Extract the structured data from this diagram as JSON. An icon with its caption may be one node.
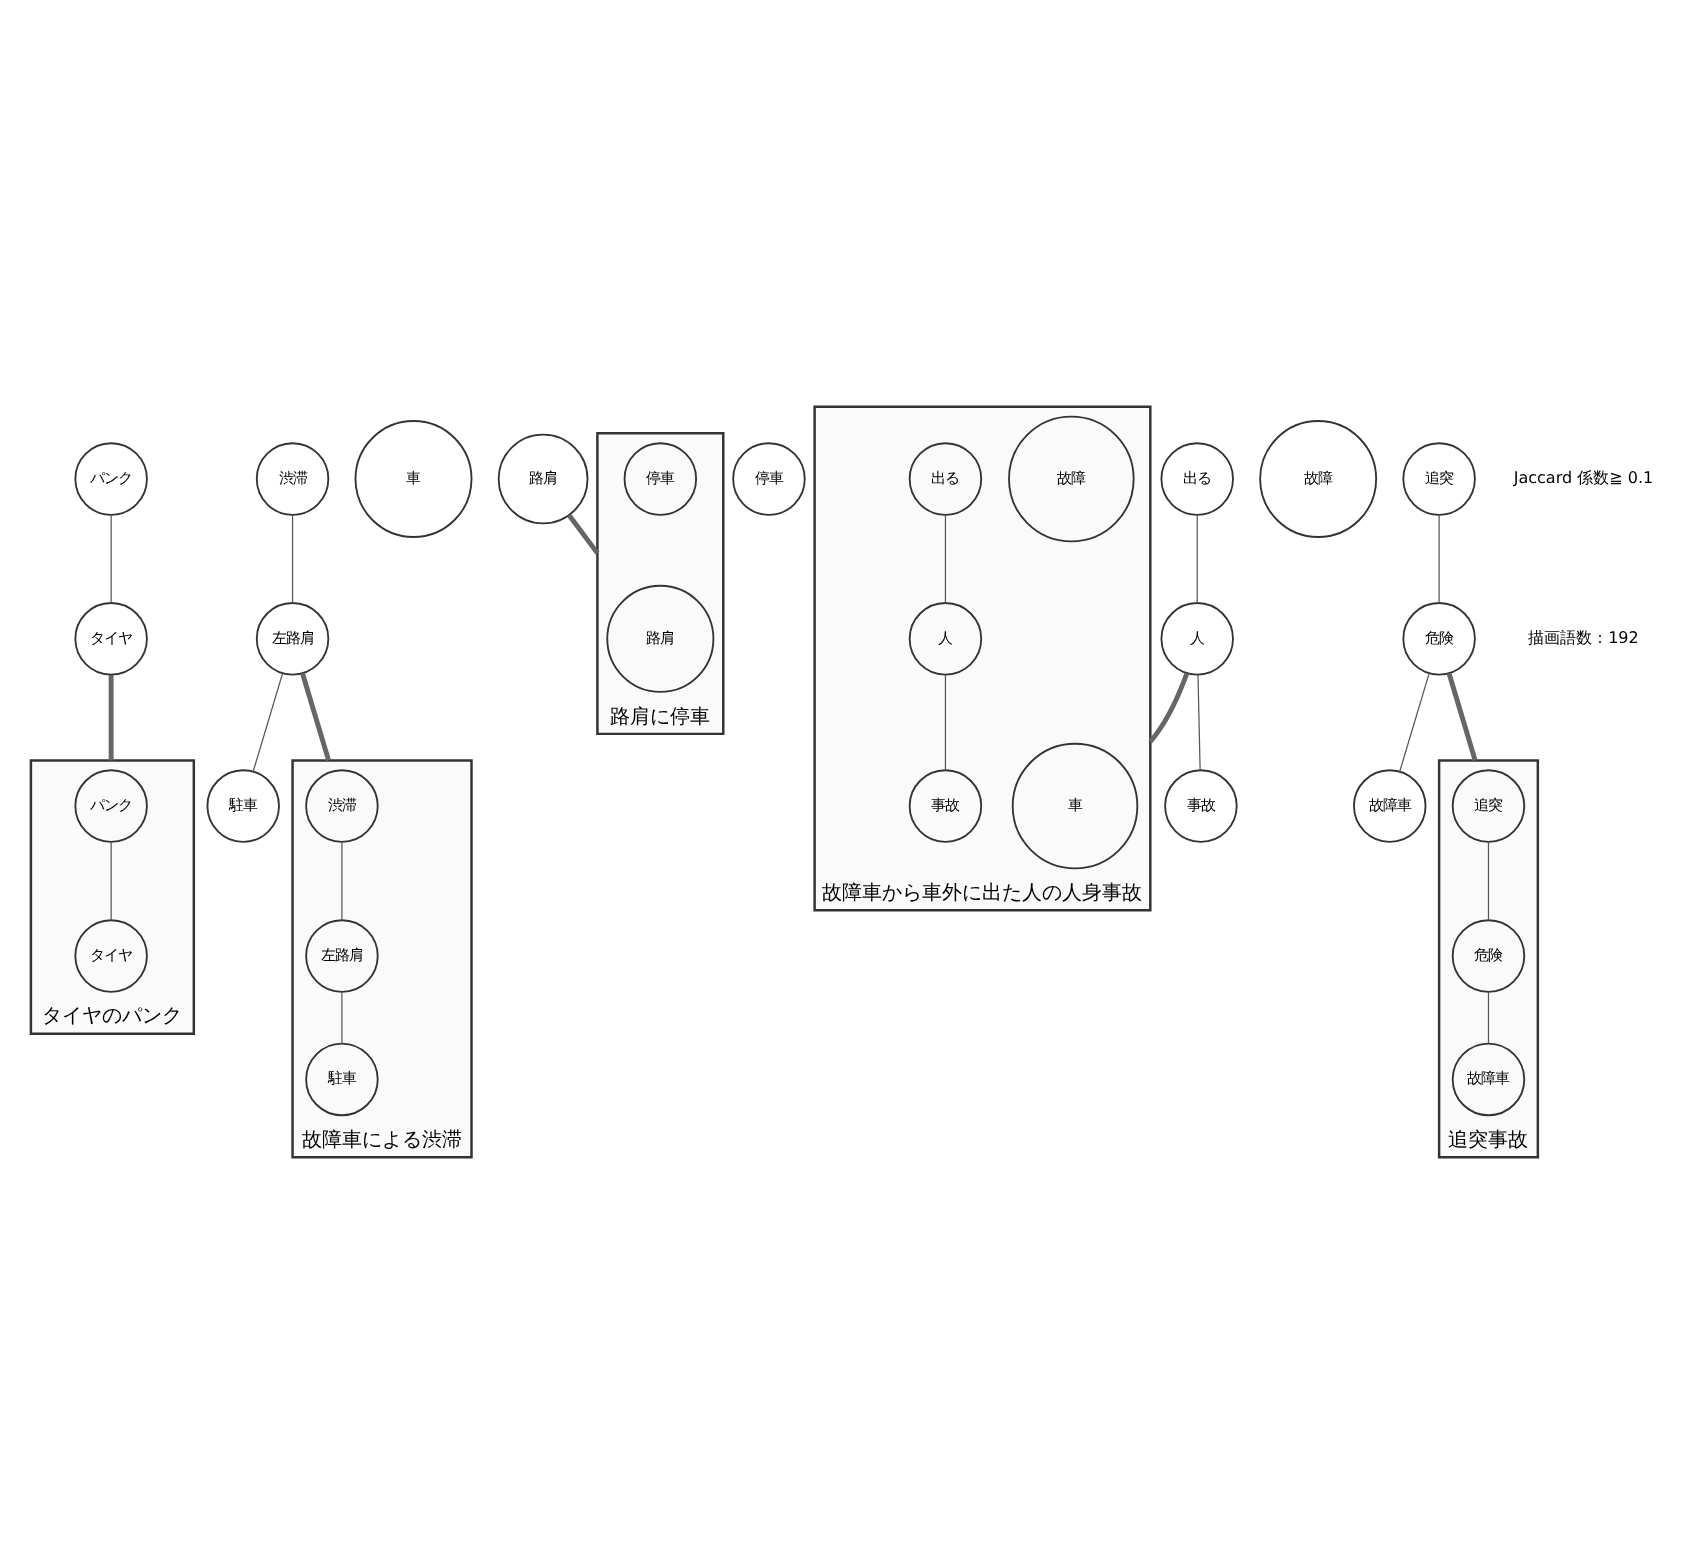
{
  "diagram": {
    "nodes": [
      {
        "text": [
          "パンク"
        ]
      },
      {
        "text": [
          "タイヤ"
        ]
      },
      {
        "text": [
          "渋滞"
        ]
      },
      {
        "text": [
          "左路肩"
        ]
      },
      {
        "text": [
          "駐車"
        ]
      },
      {
        "text": [
          "車"
        ]
      },
      {
        "text": [
          "路肩"
        ]
      },
      {
        "text": [
          "停車"
        ]
      },
      {
        "text": [
          "事故"
        ]
      },
      {
        "text": [
          "故障"
        ]
      },
      {
        "text": [
          "出る"
        ]
      },
      {
        "text": [
          "人"
        ]
      },
      {
        "text": [
          "追突"
        ]
      },
      {
        "text": [
          "危険"
        ]
      },
      {
        "text": [
          "故障車"
        ]
      },
      {
        "text": [
          "タイヤのパンク"
        ]
      },
      {
        "text": [
          "パンク"
        ],
        "in": 15
      },
      {
        "text": [
          "タイヤ"
        ],
        "in": 15
      },
      {
        "text": [
          "故障車による渋滞"
        ]
      },
      {
        "text": [
          "渋滞"
        ],
        "in": 18
      },
      {
        "text": [
          "左路肩"
        ],
        "in": 18
      },
      {
        "text": [
          "駐車"
        ],
        "in": 18
      },
      {
        "text": [
          "追突事故"
        ]
      },
      {
        "text": [
          "追突"
        ],
        "in": 22
      },
      {
        "text": [
          "危険"
        ],
        "in": 22
      },
      {
        "text": [
          "故障車"
        ],
        "in": 22
      },
      {
        "text": [
          "故障車から車外に出た人の人身事故"
        ]
      },
      {
        "text": [
          "車"
        ],
        "in": 26
      },
      {
        "text": [
          "事故"
        ],
        "in": 26
      },
      {
        "text": [
          "故障"
        ],
        "in": 26
      },
      {
        "text": [
          "出る"
        ],
        "in": 26
      },
      {
        "text": [
          "人"
        ],
        "in": 26
      },
      {
        "text": [
          "路肩に停車"
        ]
      },
      {
        "text": [
          "路肩"
        ],
        "in": 32
      },
      {
        "text": [
          "停車"
        ],
        "in": 32
      }
    ],
    "edges": [
      {
        "from": 0,
        "to": 1,
        "arrow": "none"
      },
      {
        "from": 2,
        "to": 3,
        "arrow": "none"
      },
      {
        "from": 3,
        "to": 4,
        "arrow": "none"
      },
      {
        "from": 10,
        "to": 11,
        "arrow": "none"
      },
      {
        "from": 11,
        "to": 8,
        "arrow": "none"
      },
      {
        "from": 12,
        "to": 13,
        "arrow": "none"
      },
      {
        "from": 13,
        "to": 14,
        "arrow": "none"
      },
      {
        "from": 16,
        "to": 17,
        "arrow": "none"
      },
      {
        "from": 19,
        "to": 20,
        "arrow": "none"
      },
      {
        "from": 20,
        "to": 21,
        "arrow": "none"
      },
      {
        "from": 23,
        "to": 24,
        "arrow": "none"
      },
      {
        "from": 24,
        "to": 25,
        "arrow": "none"
      },
      {
        "from": 30,
        "to": 31,
        "arrow": "none"
      },
      {
        "from": 31,
        "to": 28,
        "arrow": "none"
      },
      {
        "from": 1,
        "to": 15,
        "arrow": "none",
        "style": "thick"
      },
      {
        "from": 3,
        "to": 18,
        "arrow": "none",
        "style": "thick"
      },
      {
        "from": 13,
        "to": 22,
        "arrow": "none",
        "style": "thick"
      },
      {
        "from": 11,
        "to": 26,
        "arrow": "none",
        "style": "thick"
      },
      {
        "from": 6,
        "to": 32,
        "arrow": "none",
        "style": "thick"
      }
    ],
    "labels": [
      "Jaccard 係数≧ 0.1",
      "描画語数：192"
    ]
  }
}
